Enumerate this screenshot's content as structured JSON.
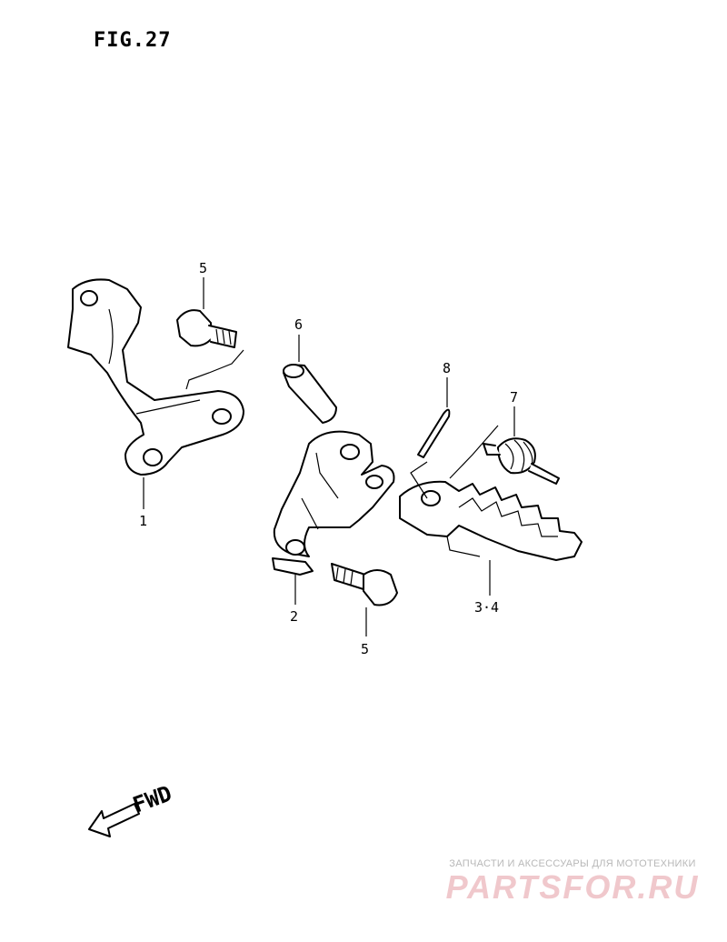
{
  "figure": {
    "title": "FIG.27"
  },
  "callouts": {
    "part_1": "1",
    "part_2": "2",
    "part_3_4": "3·4",
    "part_5_top": "5",
    "part_5_bottom": "5",
    "part_6": "6",
    "part_7": "7",
    "part_8": "8"
  },
  "direction": {
    "label": "FWD"
  },
  "watermark": {
    "tagline": "ЗАПЧАСТИ И АКСЕССУАРЫ ДЛЯ МОТОТЕХНИКИ",
    "logo": "PARTSFOR.RU",
    "color": "#e8a0a8"
  }
}
